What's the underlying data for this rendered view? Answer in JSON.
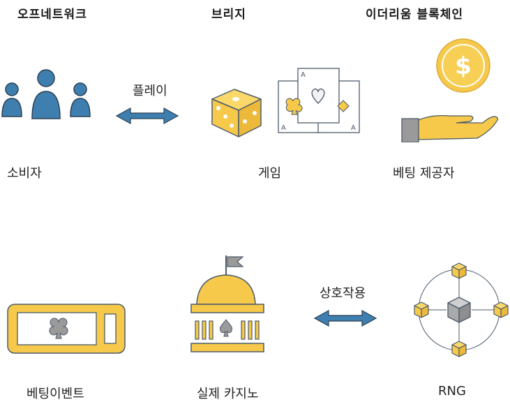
{
  "headers": {
    "offnetwork": "오프네트워크",
    "bridge": "브리지",
    "blockchain": "이더리움 블록체인"
  },
  "labels": {
    "consumer": "소비자",
    "game": "게임",
    "betting_provider": "베팅 제공자",
    "betting_event": "베팅이벤트",
    "real_casino": "실제 카지노",
    "rng": "RNG"
  },
  "connectors": {
    "play": "플레이",
    "interaction": "상호작용"
  },
  "card_rank": "A",
  "colors": {
    "yellow": "#F6C94A",
    "blue": "#3E7FAF",
    "outline": "#4B5A6A",
    "gray": "#9A9A9A"
  }
}
